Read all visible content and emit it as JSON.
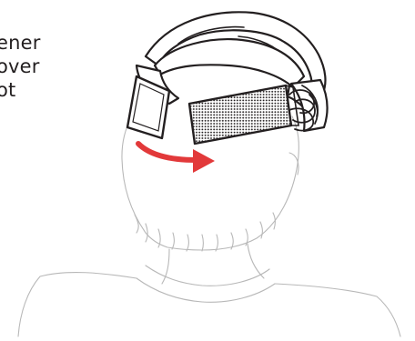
{
  "caption": {
    "line1": "ener",
    "line2": "over",
    "line3": "ot"
  },
  "colors": {
    "arrow": "#e2393a",
    "outline": "#231f20",
    "body_line": "#b8b8b8"
  }
}
